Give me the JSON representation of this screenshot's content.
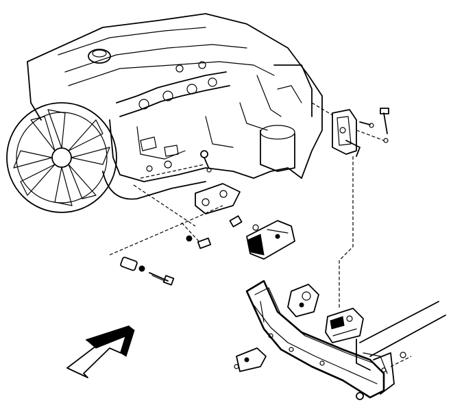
{
  "figure": {
    "parts": [
      "engine-block",
      "fan",
      "lower-front-engine-mount",
      "rear-transmission-mount",
      "mount-bracket",
      "crossmember-frame",
      "mounting-bolts",
      "direction-arrow"
    ],
    "colors": {
      "ink": "#000000",
      "background": "#ffffff"
    },
    "arrow_direction": "front-left"
  }
}
